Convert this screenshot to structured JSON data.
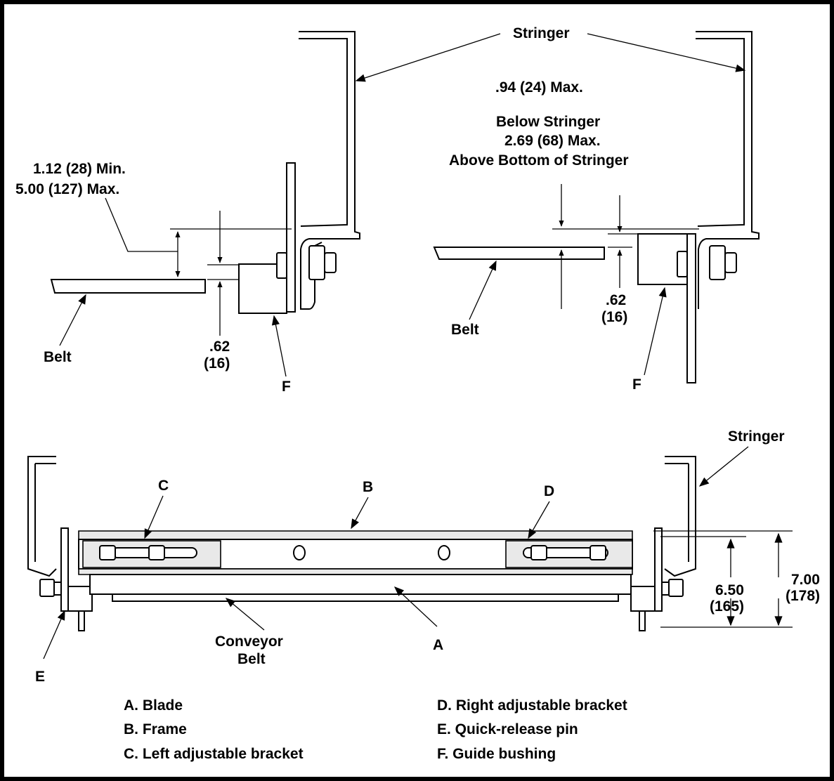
{
  "top_left": {
    "stringer_label": "Stringer",
    "dim1_line1": "1.12 (28) Min.",
    "dim1_line2": "5.00 (127) Max.",
    "dim2_line1": ".62",
    "dim2_line2": "(16)",
    "belt_label": "Belt",
    "bushing_label": "F"
  },
  "top_right": {
    "dim1_line1": ".94 (24) Max.",
    "dim1_line2": "Below Stringer",
    "dim1_line3": "2.69 (68) Max.",
    "dim1_line4": "Above Bottom of Stringer",
    "dim2_line1": ".62",
    "dim2_line2": "(16)",
    "belt_label": "Belt",
    "bushing_label": "F"
  },
  "bottom": {
    "stringer_label": "Stringer",
    "label_c": "C",
    "label_b": "B",
    "label_d": "D",
    "label_a": "A",
    "label_e": "E",
    "conveyor_line1": "Conveyor",
    "conveyor_line2": "Belt",
    "dim_inner_line1": "6.50",
    "dim_inner_line2": "(165)",
    "dim_outer_line1": "7.00",
    "dim_outer_line2": "(178)"
  },
  "legend": [
    "A.  Blade",
    "B.  Frame",
    "C.  Left adjustable bracket",
    "D.  Right adjustable bracket",
    "E.  Quick-release pin",
    "F.  Guide bushing"
  ]
}
